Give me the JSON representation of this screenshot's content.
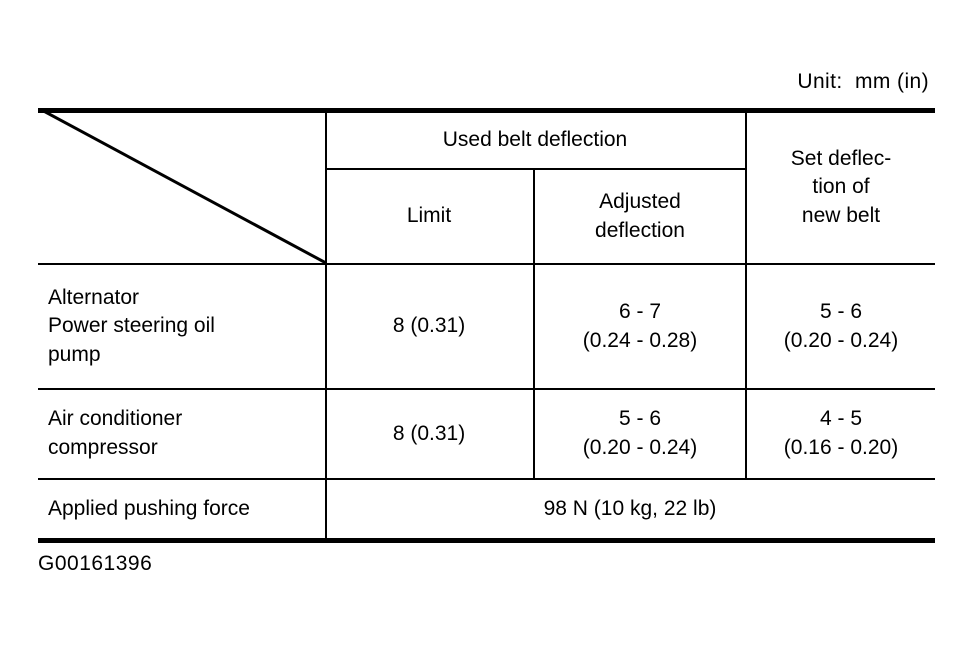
{
  "unit_caption": "Unit:  mm (in)",
  "figure_code": "G00161396",
  "table": {
    "group_header": "Used belt deflection",
    "columns": [
      {
        "id": "component",
        "label": ""
      },
      {
        "id": "limit",
        "label": "Limit"
      },
      {
        "id": "adjusted",
        "label_line1": "Adjusted",
        "label_line2": "deflection"
      },
      {
        "id": "set_new",
        "label_line1": "Set deflec-",
        "label_line2": "tion of",
        "label_line3": "new belt"
      }
    ],
    "rows": [
      {
        "component_line1": "Alternator",
        "component_line2": "Power steering oil",
        "component_line3": "pump",
        "limit": "8 (0.31)",
        "adjusted_mm": "6 - 7",
        "adjusted_in": "(0.24 - 0.28)",
        "set_new_mm": "5 - 6",
        "set_new_in": "(0.20 - 0.24)"
      },
      {
        "component_line1": "Air conditioner",
        "component_line2": "compressor",
        "component_line3": "",
        "limit": "8 (0.31)",
        "adjusted_mm": "5 - 6",
        "adjusted_in": "(0.20 - 0.24)",
        "set_new_mm": "4 - 5",
        "set_new_in": "(0.16 - 0.20)"
      }
    ],
    "footer_row": {
      "label": "Applied pushing force",
      "value": "98 N (10 kg, 22 lb)"
    }
  }
}
